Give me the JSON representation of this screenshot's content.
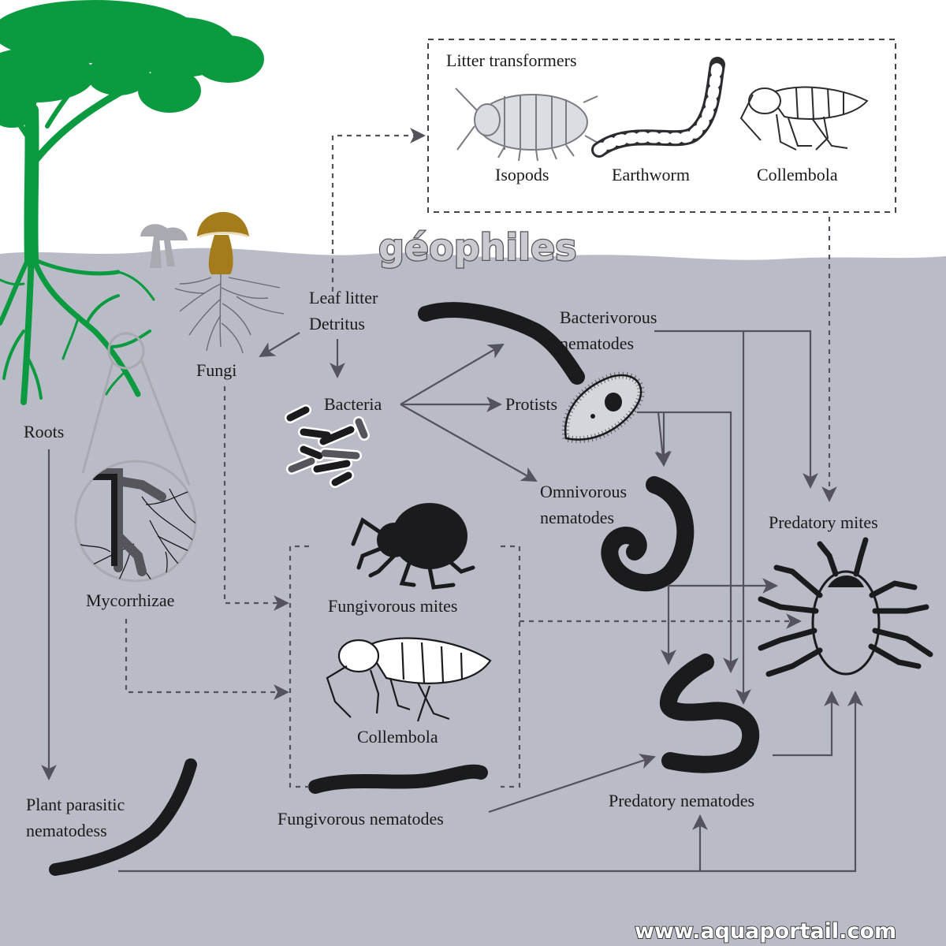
{
  "colors": {
    "soil": "#b9bcc6",
    "sky": "#ffffff",
    "tree": "#0b9a40",
    "mushroom_cap": "#a57c1b",
    "arrow": "#55525e",
    "organism": "#1b1b1d"
  },
  "box": {
    "title": "Litter transformers"
  },
  "labels": {
    "isopods": "Isopods",
    "earthworm": "Earthworm",
    "collembola_top": "Collembola",
    "watermark_title": "géophiles",
    "leaf_litter_1": "Leaf litter",
    "leaf_litter_2": "Detritus",
    "fungi": "Fungi",
    "roots": "Roots",
    "bacteria": "Bacteria",
    "protists": "Protists",
    "bacterivorous_1": "Bacterivorous",
    "bacterivorous_2": "nematodes",
    "omnivorous_1": "Omnivorous",
    "omnivorous_2": "nematodes",
    "predatory_mites": "Predatory mites",
    "mycorrhizae": "Mycorrhizae",
    "fungivorous_mites": "Fungivorous mites",
    "collembola_mid": "Collembola",
    "plant_parasitic_1": "Plant parasitic",
    "plant_parasitic_2": "nematodess",
    "fungivorous_nematodes": "Fungivorous nematodes",
    "predatory_nematodes": "Predatory nematodes",
    "website": "www.aquaportail.com"
  },
  "icons": [
    "tree-icon",
    "mushroom-icon",
    "isopod-icon",
    "earthworm-icon",
    "collembola-icon",
    "nematode-icon",
    "bacteria-icon",
    "protist-icon",
    "mite-icon",
    "mycorrhiza-magnifier-icon"
  ]
}
